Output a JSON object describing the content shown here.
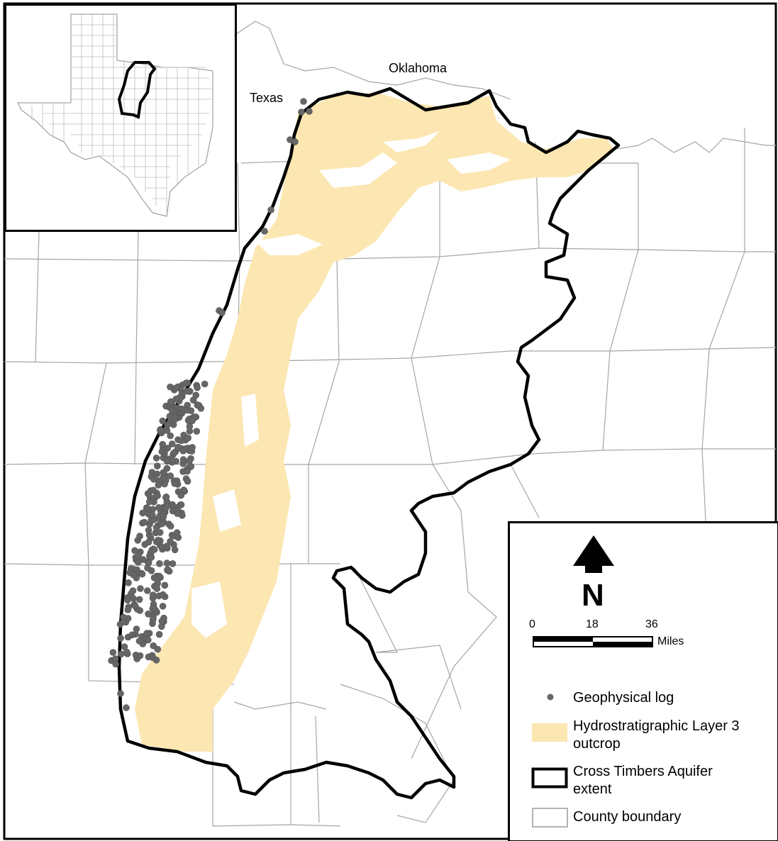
{
  "labels": {
    "texas": "Texas",
    "oklahoma": "Oklahoma"
  },
  "north_arrow": {
    "letter": "N"
  },
  "scale_bar": {
    "ticks": [
      "0",
      "18",
      "36"
    ],
    "unit": "Miles"
  },
  "legend": {
    "items": [
      {
        "label": "Geophysical log",
        "symbol": "point",
        "color": "#666666"
      },
      {
        "label_lines": [
          "Hydrostratigraphic Layer 3",
          "outcrop"
        ],
        "symbol": "fill",
        "color": "#FCE7B2"
      },
      {
        "label_lines": [
          "Cross Timbers Aquifer",
          "extent"
        ],
        "symbol": "outline",
        "color": "#000000"
      },
      {
        "label": "County boundary",
        "symbol": "outline",
        "color": "#9a9a9a"
      }
    ]
  },
  "colors": {
    "outcrop": "#FCE7B2",
    "aquifer_outline": "#000000",
    "county_line": "#a6a6a6",
    "log_point": "#666666"
  }
}
